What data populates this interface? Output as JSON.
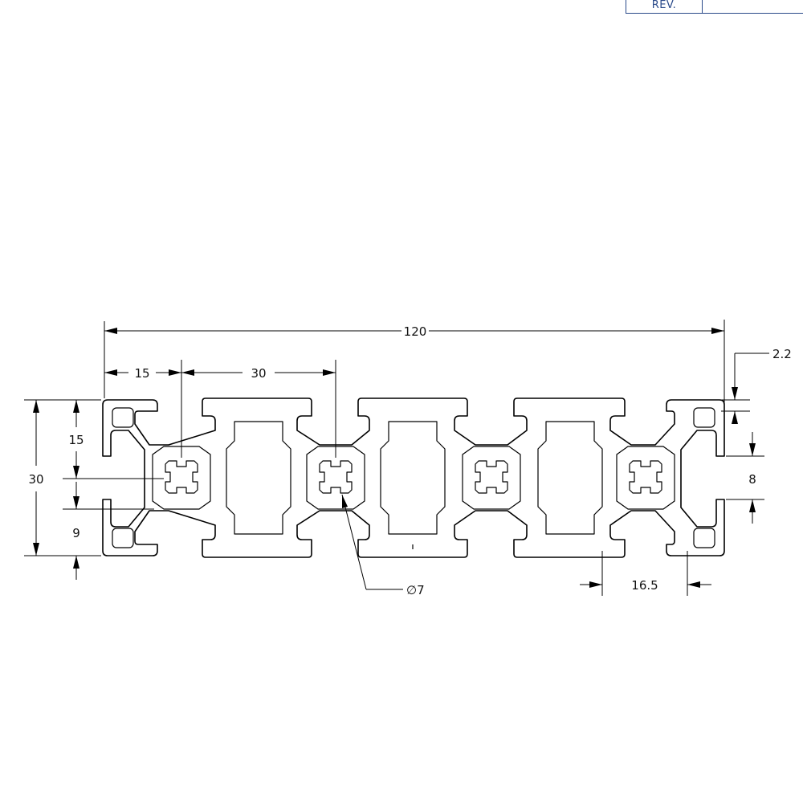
{
  "title_block": {
    "rev_label": "REV."
  },
  "dimensions": {
    "overall_width": "120",
    "slot_offset": "15",
    "slot_pitch": "30",
    "height": "30",
    "half_height": "15",
    "lower_offset": "9",
    "slot_opening": "8",
    "wall_thickness": "2.2",
    "core_hole_diameter": "∅7",
    "pocket_width": "16.5"
  },
  "colors": {
    "line": "#000000",
    "title_block": "#2a4a8a"
  }
}
